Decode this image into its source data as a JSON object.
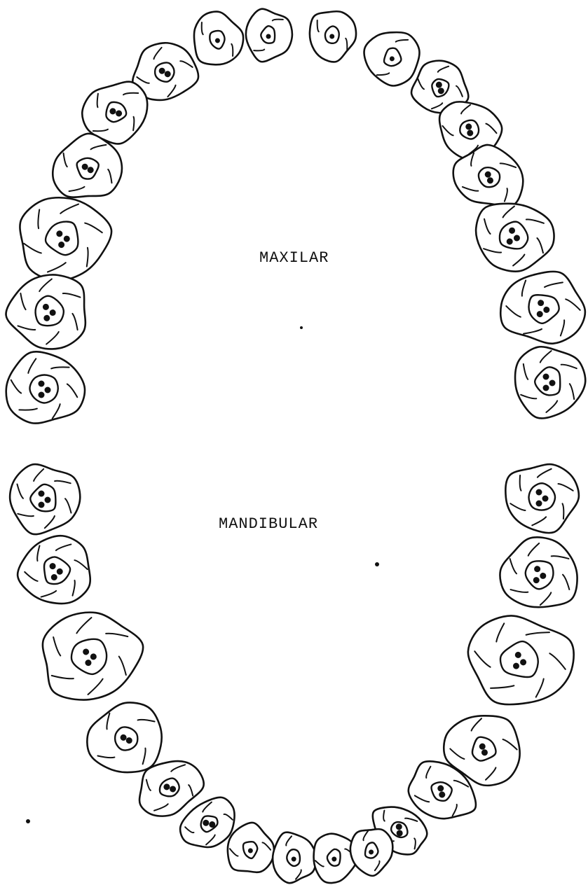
{
  "labels": {
    "maxilar": "MAXILAR",
    "mandibular": "MANDIBULAR"
  },
  "arches": [
    {
      "name": "maxilar",
      "tooth_count": 16
    },
    {
      "name": "mandibular",
      "tooth_count": 16
    }
  ],
  "colors": {
    "line": "#111111",
    "background": "#ffffff"
  }
}
